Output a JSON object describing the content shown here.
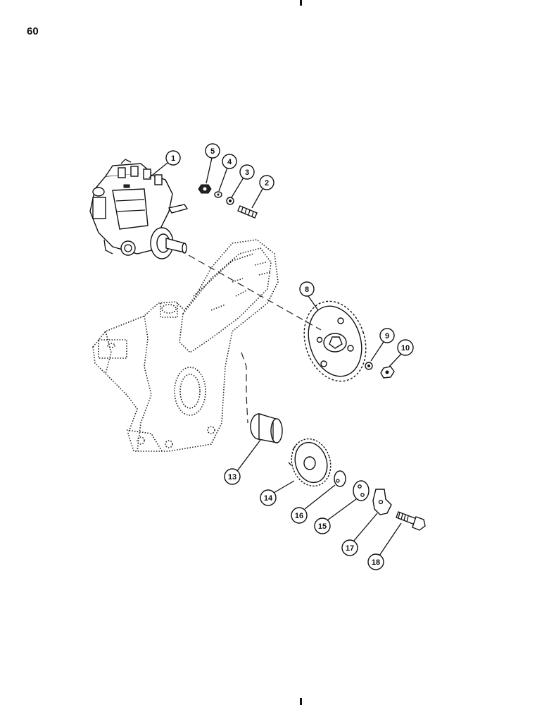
{
  "page": {
    "number": "60"
  },
  "callouts": [
    "1",
    "5",
    "4",
    "3",
    "2",
    "8",
    "9",
    "10",
    "13",
    "14",
    "16",
    "15",
    "17",
    "18"
  ],
  "colors": {
    "ink": "#111111",
    "paper": "#ffffff"
  }
}
